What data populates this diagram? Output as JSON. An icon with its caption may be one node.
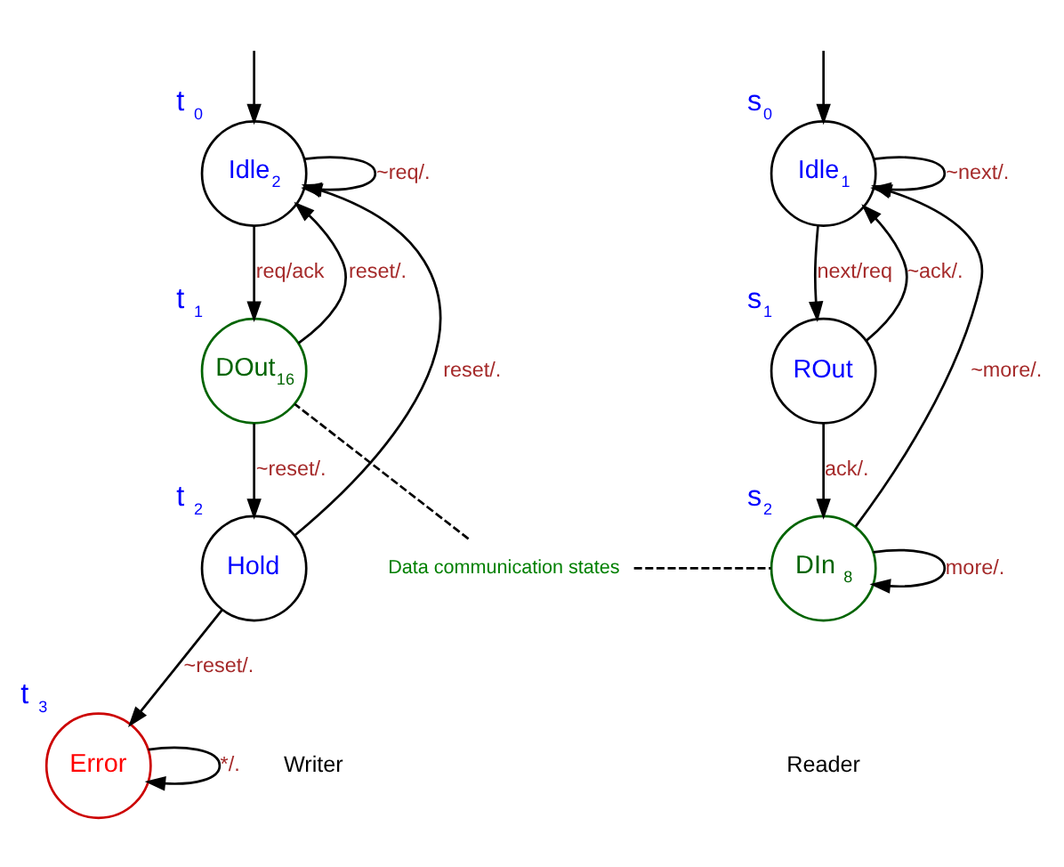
{
  "diagram": {
    "nodes": [
      {
        "text": [
          "Idle$_{1}$"
        ],
        "beside": [
          "s$_{0}$"
        ]
      },
      {
        "text": [
          "ROut"
        ],
        "beside": [
          "s$_{1}$"
        ]
      },
      {
        "text": [
          "DIn $_{8}$"
        ],
        "beside": [
          "s$_{2}$"
        ]
      },
      {
        "text": [
          "Idle$_{2}$"
        ],
        "beside": [
          "t $_{0}$"
        ]
      },
      {
        "text": [
          "DOut$_{16}$"
        ],
        "beside": [
          "t $_{1}$"
        ]
      },
      {
        "text": [
          "Hold"
        ],
        "beside": [
          "t $_{2}$"
        ]
      },
      {
        "text": [
          "Error"
        ],
        "beside": [
          "t $_{3}$"
        ]
      },
      {
        "text": [
          "Data communication states"
        ]
      }
    ],
    "edges": [
      {
        "from": null,
        "to": 0,
        "arrow": "to"
      },
      {
        "from": 0,
        "to": 0,
        "arrow": "to",
        "label": "~next/."
      },
      {
        "from": 0,
        "to": 1,
        "arrow": "to",
        "label": "next/req"
      },
      {
        "from": 1,
        "to": 0,
        "arrow": "to",
        "label": "~ack/."
      },
      {
        "from": 1,
        "to": 2,
        "arrow": "to",
        "label": "ack/."
      },
      {
        "from": 2,
        "to": 2,
        "arrow": "to",
        "label": "more/."
      },
      {
        "from": 2,
        "to": 0,
        "arrow": "to",
        "label": "~more/."
      },
      {
        "from": null,
        "to": 3,
        "arrow": "to"
      },
      {
        "from": 3,
        "to": 3,
        "arrow": "to",
        "label": "~req/."
      },
      {
        "from": 3,
        "to": 4,
        "arrow": "to",
        "label": "req/ack"
      },
      {
        "from": 4,
        "to": 3,
        "arrow": "to",
        "label": "reset/."
      },
      {
        "from": 4,
        "to": 5,
        "arrow": "to",
        "label": "~reset/."
      },
      {
        "from": 5,
        "to": 3,
        "arrow": "to",
        "label": "reset/."
      },
      {
        "from": 5,
        "to": 6,
        "arrow": "to",
        "label": "~reset/."
      },
      {
        "from": 6,
        "to": 6,
        "arrow": "to",
        "label": "*/."
      },
      {
        "from": 7,
        "to": 2,
        "arrow": "none",
        "style": "dashed"
      },
      {
        "from": 7,
        "to": 4,
        "arrow": "none",
        "style": "dashed"
      }
    ],
    "labels": [
      "Reader",
      "Writer"
    ]
  }
}
